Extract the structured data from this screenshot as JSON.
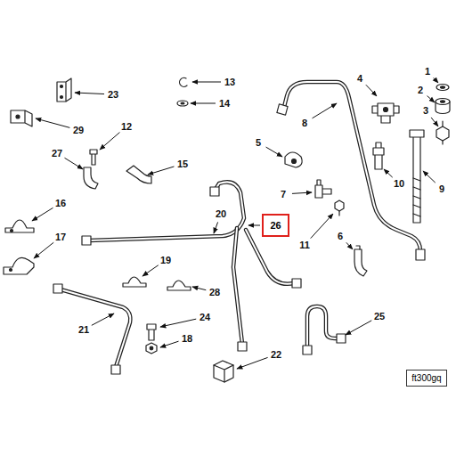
{
  "diagram": {
    "nodes": [
      {
        "text": [
          "26"
        ]
      },
      {
        "text": [
          "ft300gq"
        ]
      }
    ],
    "labels": [
      "1",
      "2",
      "3",
      "4",
      "5",
      "6",
      "7",
      "8",
      "9",
      "10",
      "11",
      "12",
      "13",
      "14",
      "15",
      "16",
      "17",
      "18",
      "19",
      "20",
      "21",
      "22",
      "23",
      "24",
      "25",
      "27",
      "28",
      "29"
    ]
  }
}
